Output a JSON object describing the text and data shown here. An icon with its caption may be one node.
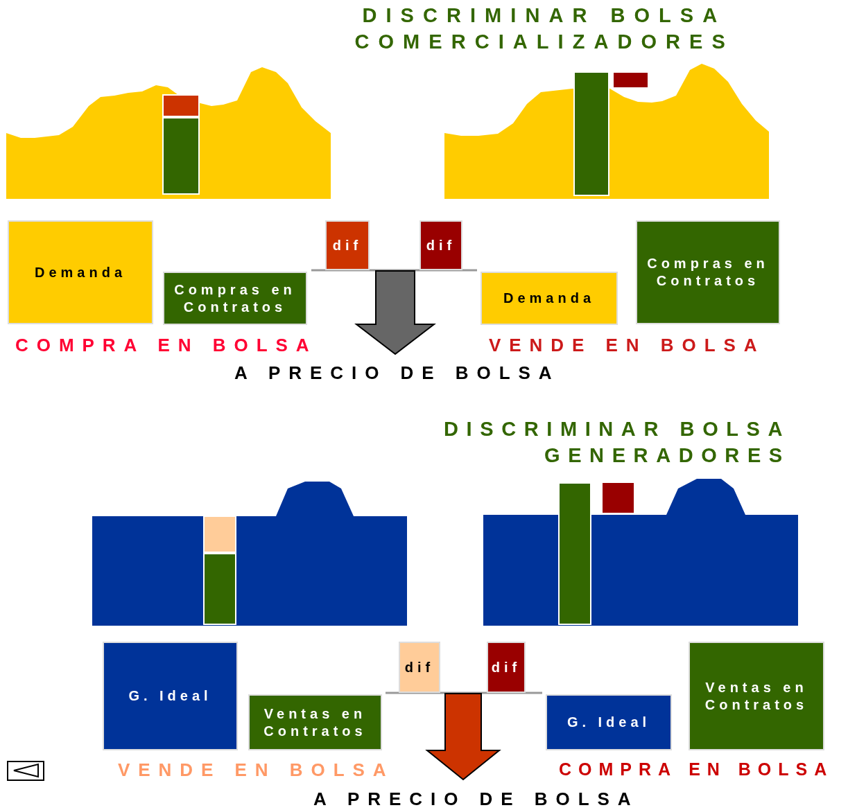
{
  "diagram": {
    "nodes": [
      {
        "text": [
          "Demanda"
        ]
      },
      {
        "text": [
          "Compras en Contratos"
        ]
      },
      {
        "text": [
          "dif"
        ]
      },
      {
        "text": [
          "dif"
        ]
      },
      {
        "text": [
          "Demanda"
        ]
      },
      {
        "text": [
          "Compras en Contratos"
        ]
      },
      {
        "text": [
          "G. Ideal"
        ]
      },
      {
        "text": [
          "Ventas en Contratos"
        ]
      },
      {
        "text": [
          "dif"
        ]
      },
      {
        "text": [
          "dif"
        ]
      },
      {
        "text": [
          "G. Ideal"
        ]
      },
      {
        "text": [
          "Ventas en Contratos"
        ]
      }
    ],
    "edges": [],
    "labels": [
      "DISCRIMINAR BOLSA",
      "COMERCIALIZADORES",
      "COMPRA EN BOLSA",
      "VENDE EN BOLSA",
      "A PRECIO DE BOLSA",
      "DISCRIMINAR BOLSA",
      "GENERADORES",
      "VENDE EN BOLSA",
      "COMPRA EN BOLSA",
      "A PRECIO DE BOLSA"
    ]
  }
}
